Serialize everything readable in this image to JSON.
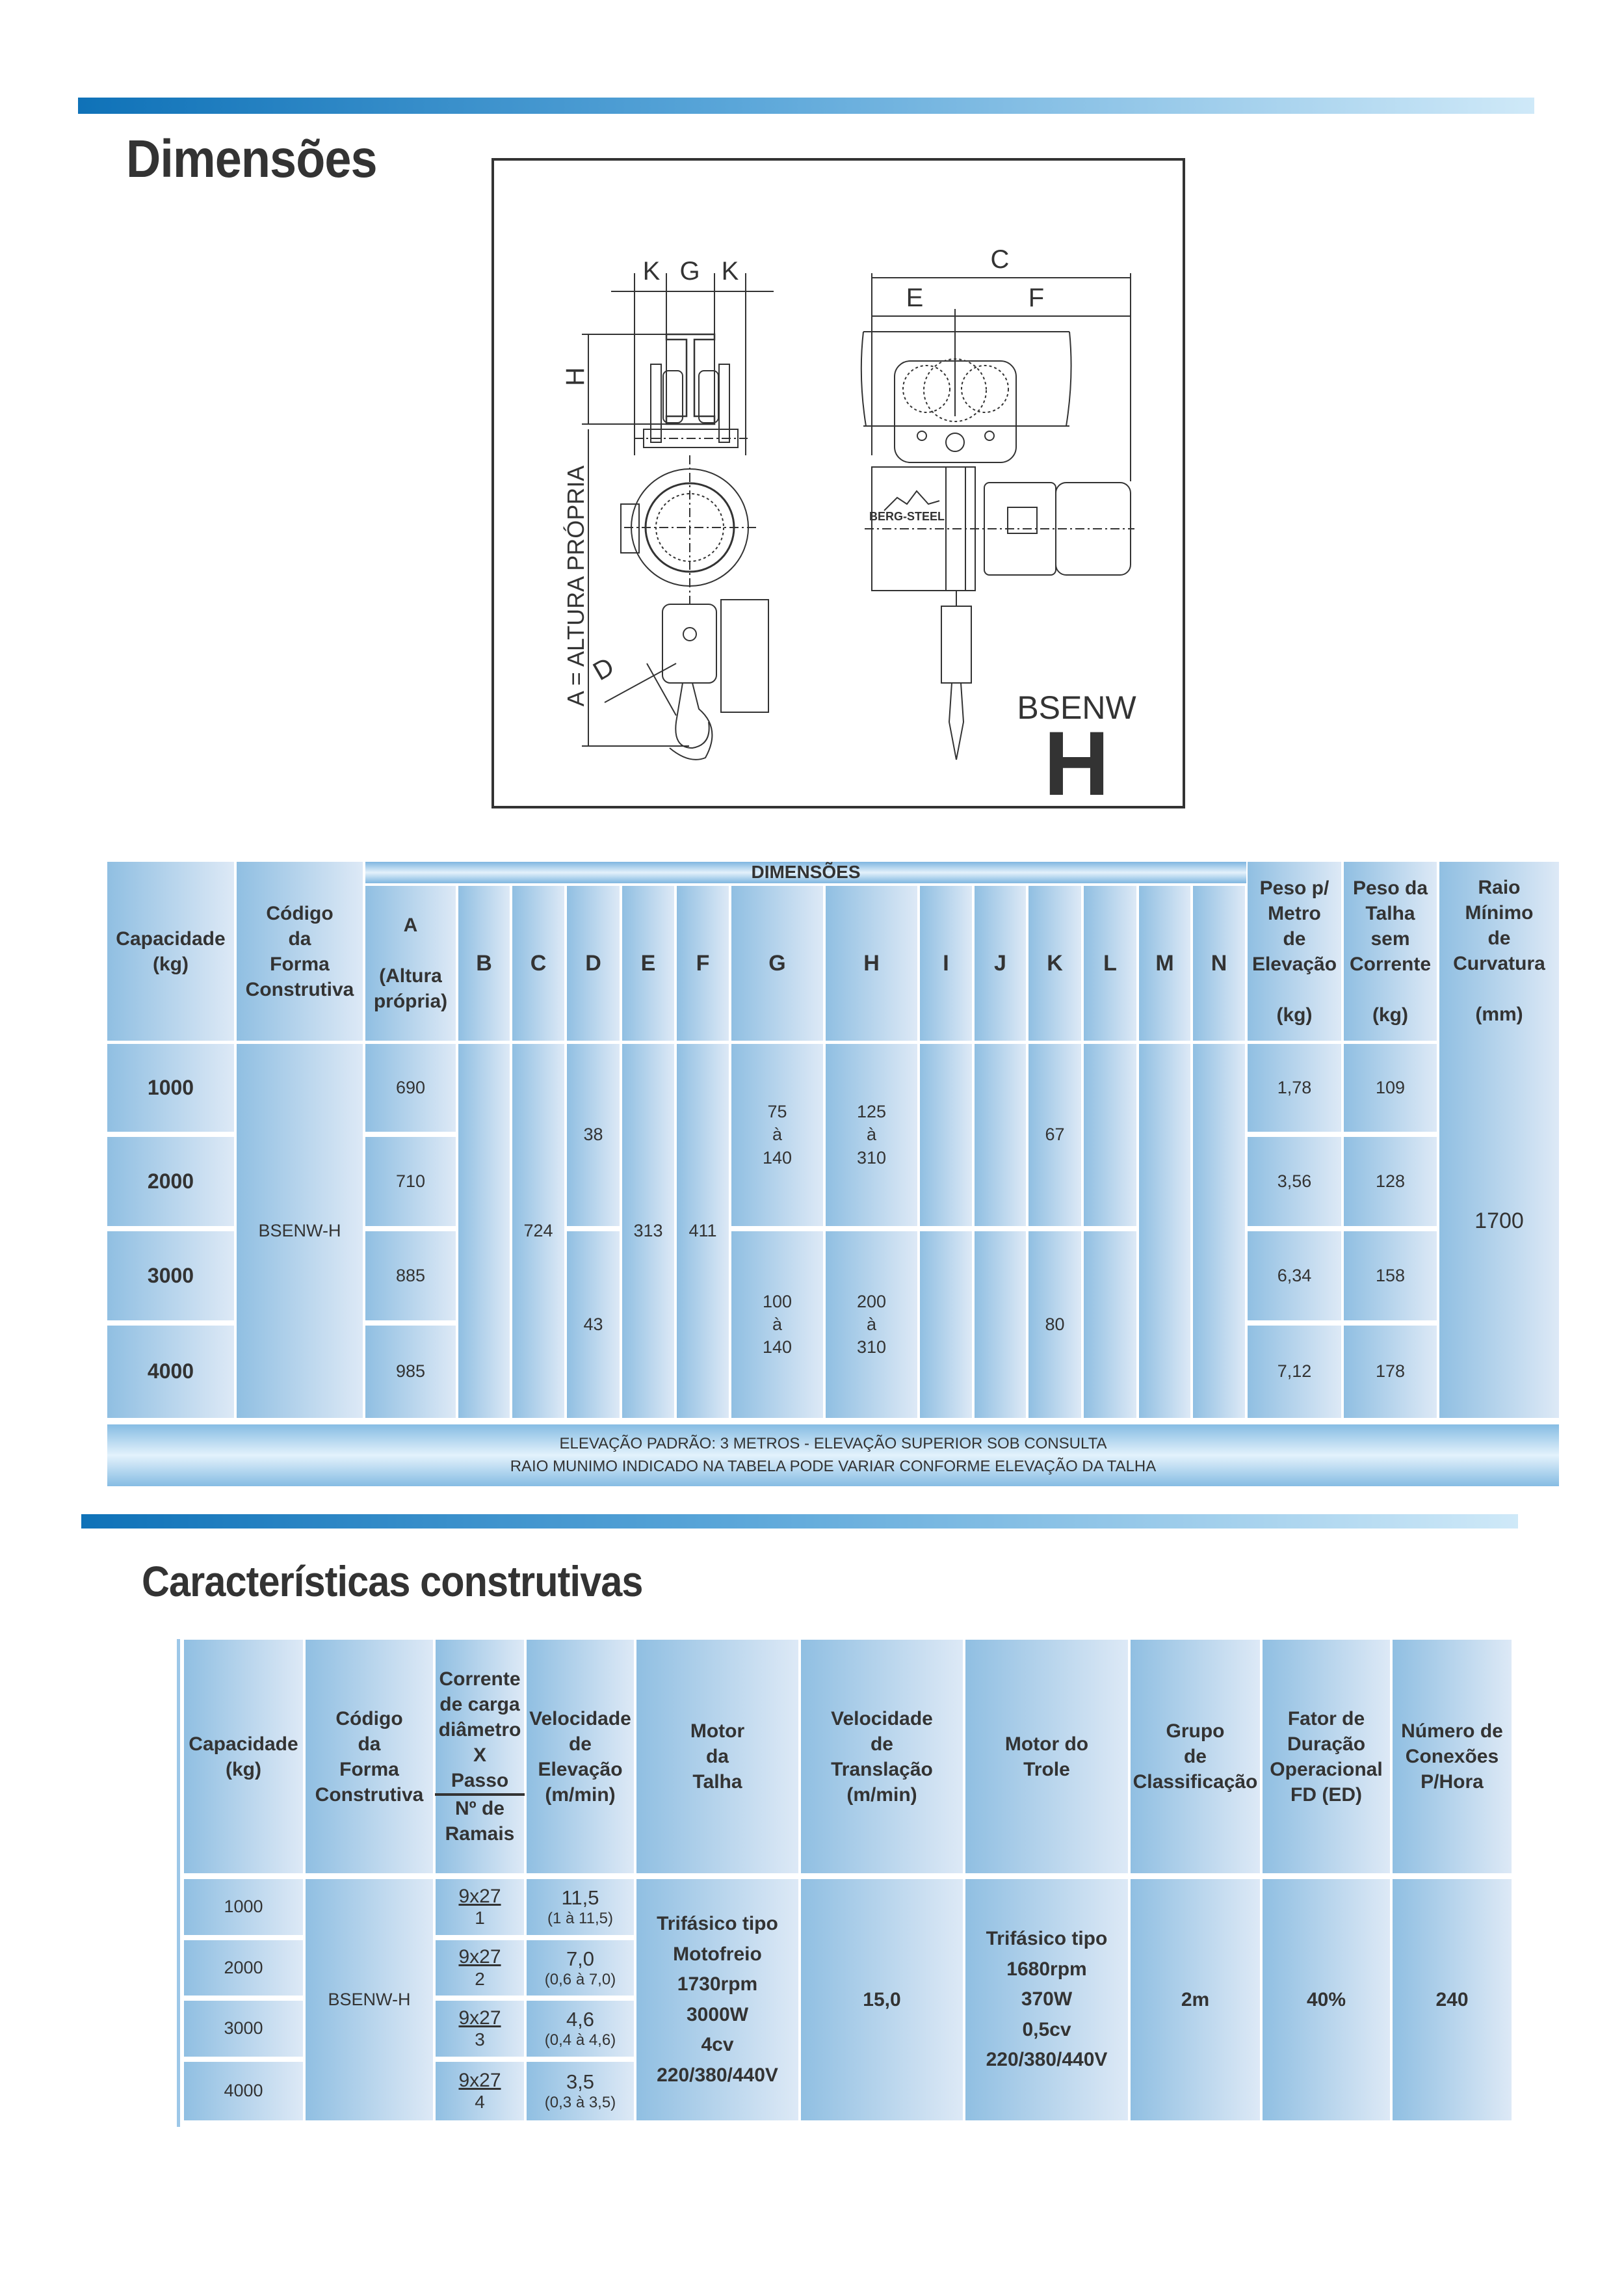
{
  "sections": {
    "dimensions_title": "Dimensões",
    "features_title": "Características construtivas"
  },
  "diagram": {
    "label_k_left": "K",
    "label_g": "G",
    "label_k_right": "K",
    "label_h": "H",
    "label_c": "C",
    "label_e": "E",
    "label_f": "F",
    "label_d": "D",
    "label_a": "A = ALTURA PRÓPRIA",
    "model": "BSENW",
    "variant": "H",
    "brand_logo": "BERG-STEEL"
  },
  "dim": {
    "group_header": "DIMENSÕES",
    "headers": {
      "capacity": "Capacidade\n(kg)",
      "code": "Código\nda\nForma\nConstrutiva",
      "A": "A\n\n(Altura\nprópria)",
      "B": "B",
      "C": "C",
      "D": "D",
      "E": "E",
      "F": "F",
      "G": "G",
      "H": "H",
      "I": "I",
      "J": "J",
      "K": "K",
      "L": "L",
      "M": "M",
      "N": "N",
      "weight_per_meter": "Peso p/\nMetro\nde\nElevação\n\n(kg)",
      "hoist_weight": "Peso da\nTalha\nsem\nCorrente\n\n(kg)",
      "min_radius": "Raio\nMínimo\nde\nCurvatura\n\n(mm)"
    },
    "capacity": [
      "1000",
      "2000",
      "3000",
      "4000"
    ],
    "code": "BSENW-H",
    "A": [
      "690",
      "710",
      "885",
      "985"
    ],
    "C": "724",
    "D": [
      "38",
      "43"
    ],
    "E": "313",
    "F": "411",
    "G": [
      "75\nà\n140",
      "100\nà\n140"
    ],
    "H": [
      "125\nà\n310",
      "200\nà\n310"
    ],
    "K": [
      "67",
      "80"
    ],
    "weight_per_meter": [
      "1,78",
      "3,56",
      "6,34",
      "7,12"
    ],
    "hoist_weight": [
      "109",
      "128",
      "158",
      "178"
    ],
    "min_radius": "1700",
    "note": "ELEVAÇÃO PADRÃO: 3 METROS - ELEVAÇÃO SUPERIOR SOB CONSULTA\nRAIO MUNIMO INDICADO NA TABELA PODE VARIAR CONFORME ELEVAÇÃO DA TALHA"
  },
  "feat": {
    "headers": {
      "capacity": "Capacidade\n(kg)",
      "code": "Código\nda\nForma\nConstrutiva",
      "chain_top": "Corrente\nde carga\ndiâmetro\nX\nPasso",
      "chain_bottom": "Nº de\nRamais",
      "lift_speed": "Velocidade\nde\nElevação\n(m/min)",
      "hoist_motor": "Motor\nda\nTalha",
      "travel_speed": "Velocidade\nde\nTranslação\n(m/min)",
      "trolley_motor": "Motor do\nTrole",
      "class_group": "Grupo\nde\nClassificação",
      "duty_factor": "Fator de\nDuração\nOperacional\nFD (ED)",
      "connections": "Número de\nConexões\nP/Hora"
    },
    "capacity": [
      "1000",
      "2000",
      "3000",
      "4000"
    ],
    "code": "BSENW-H",
    "chain": [
      {
        "size": "9x27",
        "falls": "1"
      },
      {
        "size": "9x27",
        "falls": "2"
      },
      {
        "size": "9x27",
        "falls": "3"
      },
      {
        "size": "9x27",
        "falls": "4"
      }
    ],
    "lift_speed": [
      {
        "value": "11,5",
        "range": "(1 à 11,5)"
      },
      {
        "value": "7,0",
        "range": "(0,6 à 7,0)"
      },
      {
        "value": "4,6",
        "range": "(0,4 à 4,6)"
      },
      {
        "value": "3,5",
        "range": "(0,3 à 3,5)"
      }
    ],
    "hoist_motor": "Trifásico tipo\nMotofreio\n1730rpm\n3000W\n4cv\n220/380/440V",
    "travel_speed": "15,0",
    "trolley_motor": "Trifásico tipo\n1680rpm\n370W\n0,5cv\n220/380/440V",
    "class_group": "2m",
    "duty_factor": "40%",
    "connections": "240"
  }
}
